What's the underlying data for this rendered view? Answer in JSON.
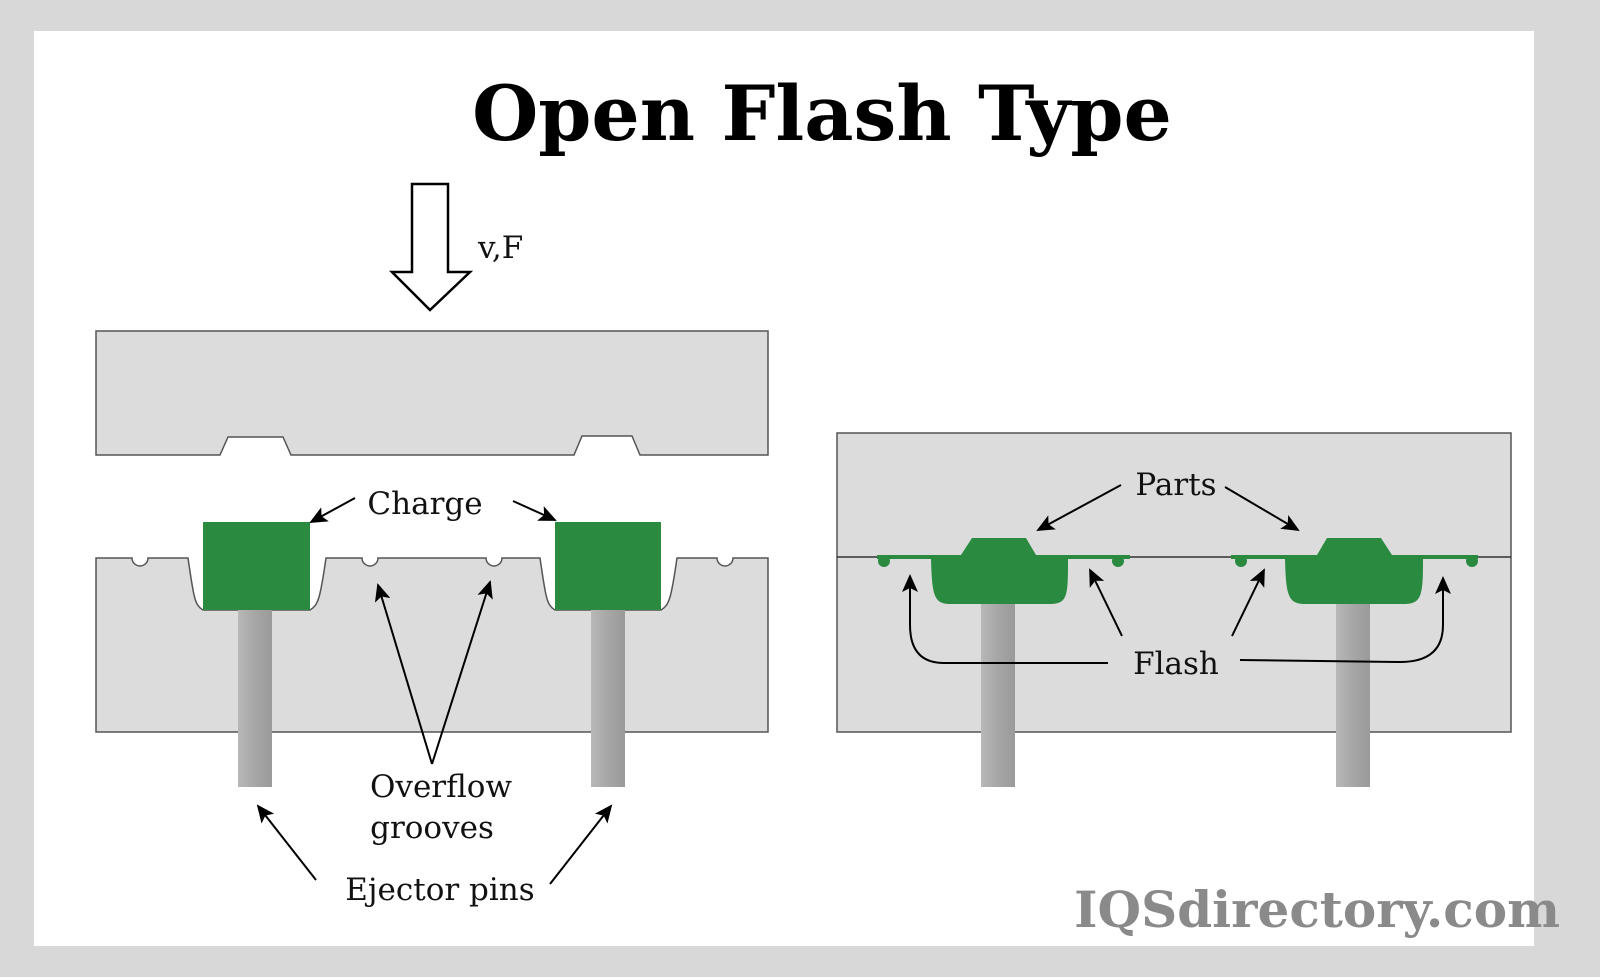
{
  "title": "Open Flash Type",
  "force_label": "v,F",
  "left_diagram": {
    "charge_label": "Charge",
    "overflow_label_line1": "Overflow",
    "overflow_label_line2": "grooves",
    "ejector_label": "Ejector pins"
  },
  "right_diagram": {
    "parts_label": "Parts",
    "flash_label": "Flash"
  },
  "watermark": "IQSdirectory.com",
  "colors": {
    "border": "#d8d8d8",
    "mold": "#dcdcdc",
    "material": "#2a8a40",
    "pin": "#a8a8a8",
    "watermark": "#8a8a8a"
  }
}
